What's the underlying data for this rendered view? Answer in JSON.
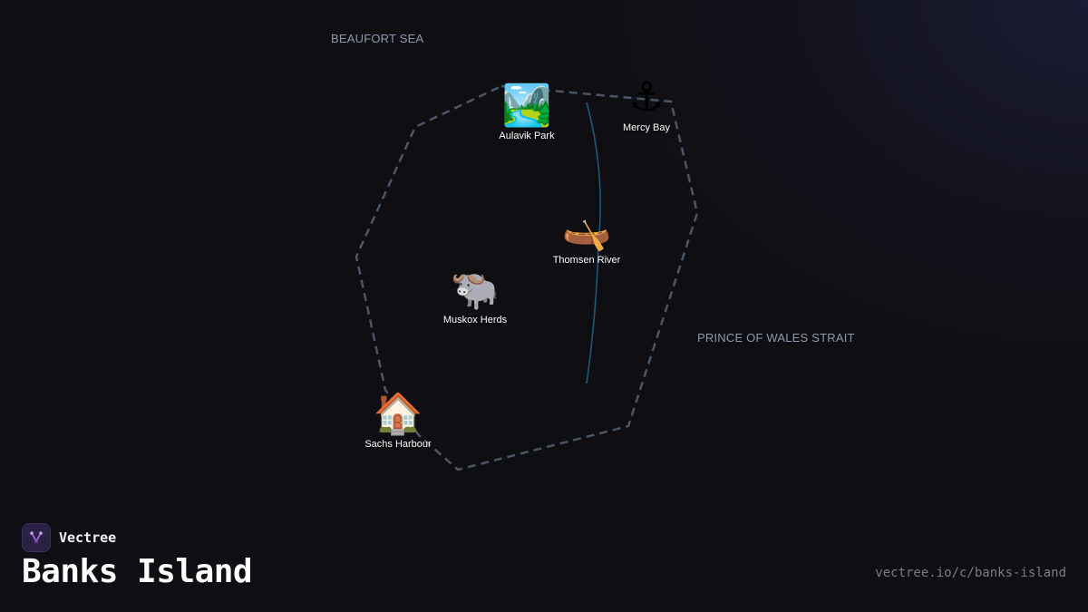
{
  "map": {
    "seas": [
      {
        "id": "beaufort",
        "label": "BEAUFORT SEA"
      },
      {
        "id": "prince",
        "label": "PRINCE OF WALES STRAIT"
      }
    ],
    "places": [
      {
        "id": "aulavik",
        "label": "Aulavik Park",
        "icon": "national-park-icon",
        "emoji": "🏞️"
      },
      {
        "id": "mercy",
        "label": "Mercy Bay",
        "icon": "anchor-icon",
        "emoji": "⚓"
      },
      {
        "id": "thomsen",
        "label": "Thomsen River",
        "icon": "canoe-icon",
        "emoji": "🛶"
      },
      {
        "id": "muskox",
        "label": "Muskox Herds",
        "icon": "ox-icon",
        "emoji": "🐃"
      },
      {
        "id": "sachs",
        "label": "Sachs Harbour",
        "icon": "house-icon",
        "emoji": "🏠"
      }
    ],
    "colors": {
      "boundary": "#4a5568",
      "river": "#1e5a78",
      "accent": "#9b6cd6"
    }
  },
  "brand": {
    "name": "Vectree",
    "icon": "vectree-logo-icon"
  },
  "title": "Banks Island",
  "url": "vectree.io/c/banks-island"
}
